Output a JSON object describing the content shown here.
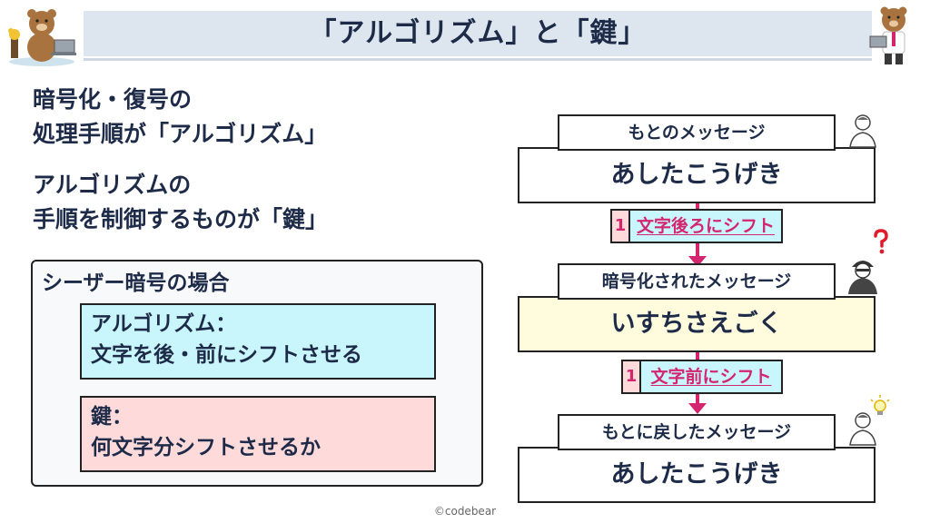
{
  "header": {
    "title": "「アルゴリズム」と「鍵」"
  },
  "left": {
    "lead1_line1": "暗号化・復号の",
    "lead1_line2": "処理手順が「アルゴリズム」",
    "lead2_line1": "アルゴリズムの",
    "lead2_line2": "手順を制御するものが「鍵」",
    "caesar_title": "シーザー暗号の場合",
    "algorithm_line1": "アルゴリズム：",
    "algorithm_line2": "文字を後・前にシフトさせる",
    "key_line1": "鍵：",
    "key_line2": "何文字分シフトさせるか"
  },
  "flow": {
    "original_label": "もとのメッセージ",
    "original_text": "あしたこうげき",
    "shift1_num": "1",
    "shift1_text": "文字後ろにシフト",
    "encrypted_label": "暗号化されたメッセージ",
    "encrypted_text": "いすちさえごく",
    "shift2_num": "1",
    "shift2_text": "文字前にシフト",
    "restored_label": "もとに戻したメッセージ",
    "restored_text": "あしたこうげき"
  },
  "footer": {
    "credit": "©codebear"
  },
  "colors": {
    "accent": "#d3266f",
    "algorithm_bg": "#c9f5fc",
    "key_bg": "#ffdada",
    "encrypted_bg": "#fffbdc",
    "banner": "#dde6ef"
  }
}
